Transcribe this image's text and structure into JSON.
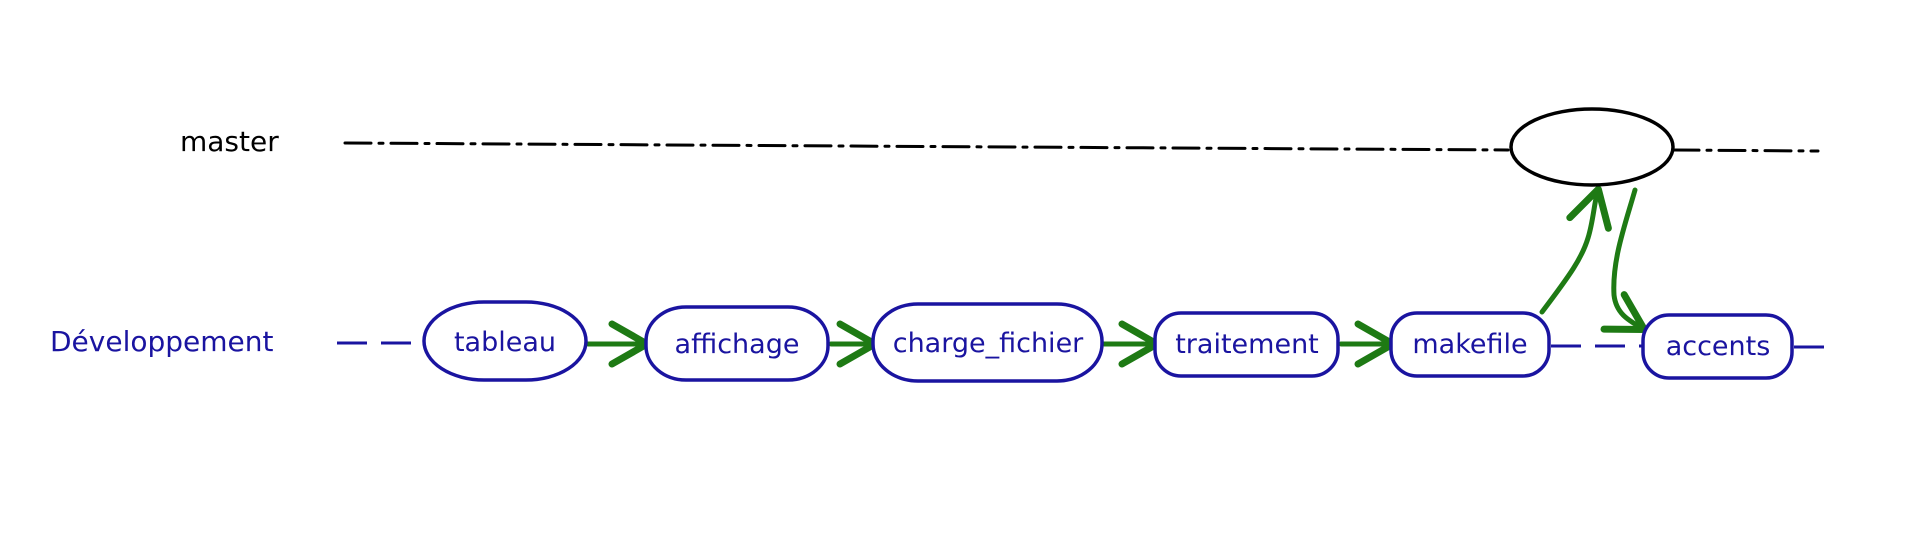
{
  "colors": {
    "master": "#000000",
    "develop": "#1a14a0",
    "arrow": "#1e7a14",
    "node_fill": "#ffffff"
  },
  "lanes": {
    "master": {
      "label": "master"
    },
    "develop": {
      "label": "Développement"
    }
  },
  "nodes": [
    {
      "label": "tableau"
    },
    {
      "label": "affichage"
    },
    {
      "label": "charge_fichier"
    },
    {
      "label": "traitement"
    },
    {
      "label": "makefile"
    },
    {
      "label": "accents"
    }
  ],
  "master_node": {
    "label": ""
  }
}
